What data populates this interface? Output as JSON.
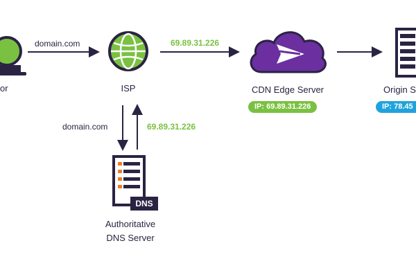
{
  "colors": {
    "dark": "#2a2342",
    "green": "#7ac142",
    "purple": "#6b2fa0",
    "blue": "#1fa3dc",
    "server_orange": "#f07b22"
  },
  "visitor": {
    "label": "or",
    "icon": "laptop-globe-icon"
  },
  "isp": {
    "label": "ISP",
    "icon": "globe-icon"
  },
  "cdn": {
    "label": "CDN Edge Server",
    "ip": "IP: 69.89.31.226",
    "icon": "cloud-logo-icon"
  },
  "origin": {
    "label": "Origin S",
    "ip": "IP: 78.45",
    "icon": "server-rack-icon"
  },
  "dns": {
    "label_line1": "Authoritative",
    "label_line2": "DNS Server",
    "badge": "DNS",
    "icon": "server-rack-icon"
  },
  "edges": {
    "visitor_to_isp": "domain.com",
    "isp_to_cdn": "69.89.31.226",
    "isp_to_dns": "domain.com",
    "dns_to_isp": "69.89.31.226"
  }
}
